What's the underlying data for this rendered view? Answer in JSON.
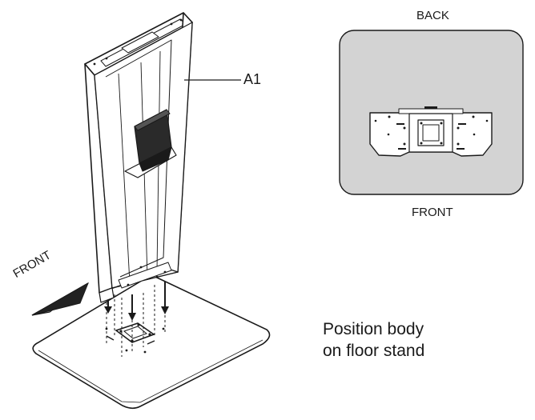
{
  "diagram": {
    "part_label": "A1",
    "direction_label": "FRONT",
    "detail_view": {
      "top_label": "BACK",
      "bottom_label": "FRONT"
    },
    "instruction": {
      "line1": "Position body",
      "line2": "on floor stand"
    }
  },
  "colors": {
    "ink": "#1a1a1a",
    "detail_panel_fill": "#d3d3d3",
    "bracket_fill": "#ffffff",
    "column_fill": "#ffffff",
    "arrow_fill": "#222222"
  }
}
